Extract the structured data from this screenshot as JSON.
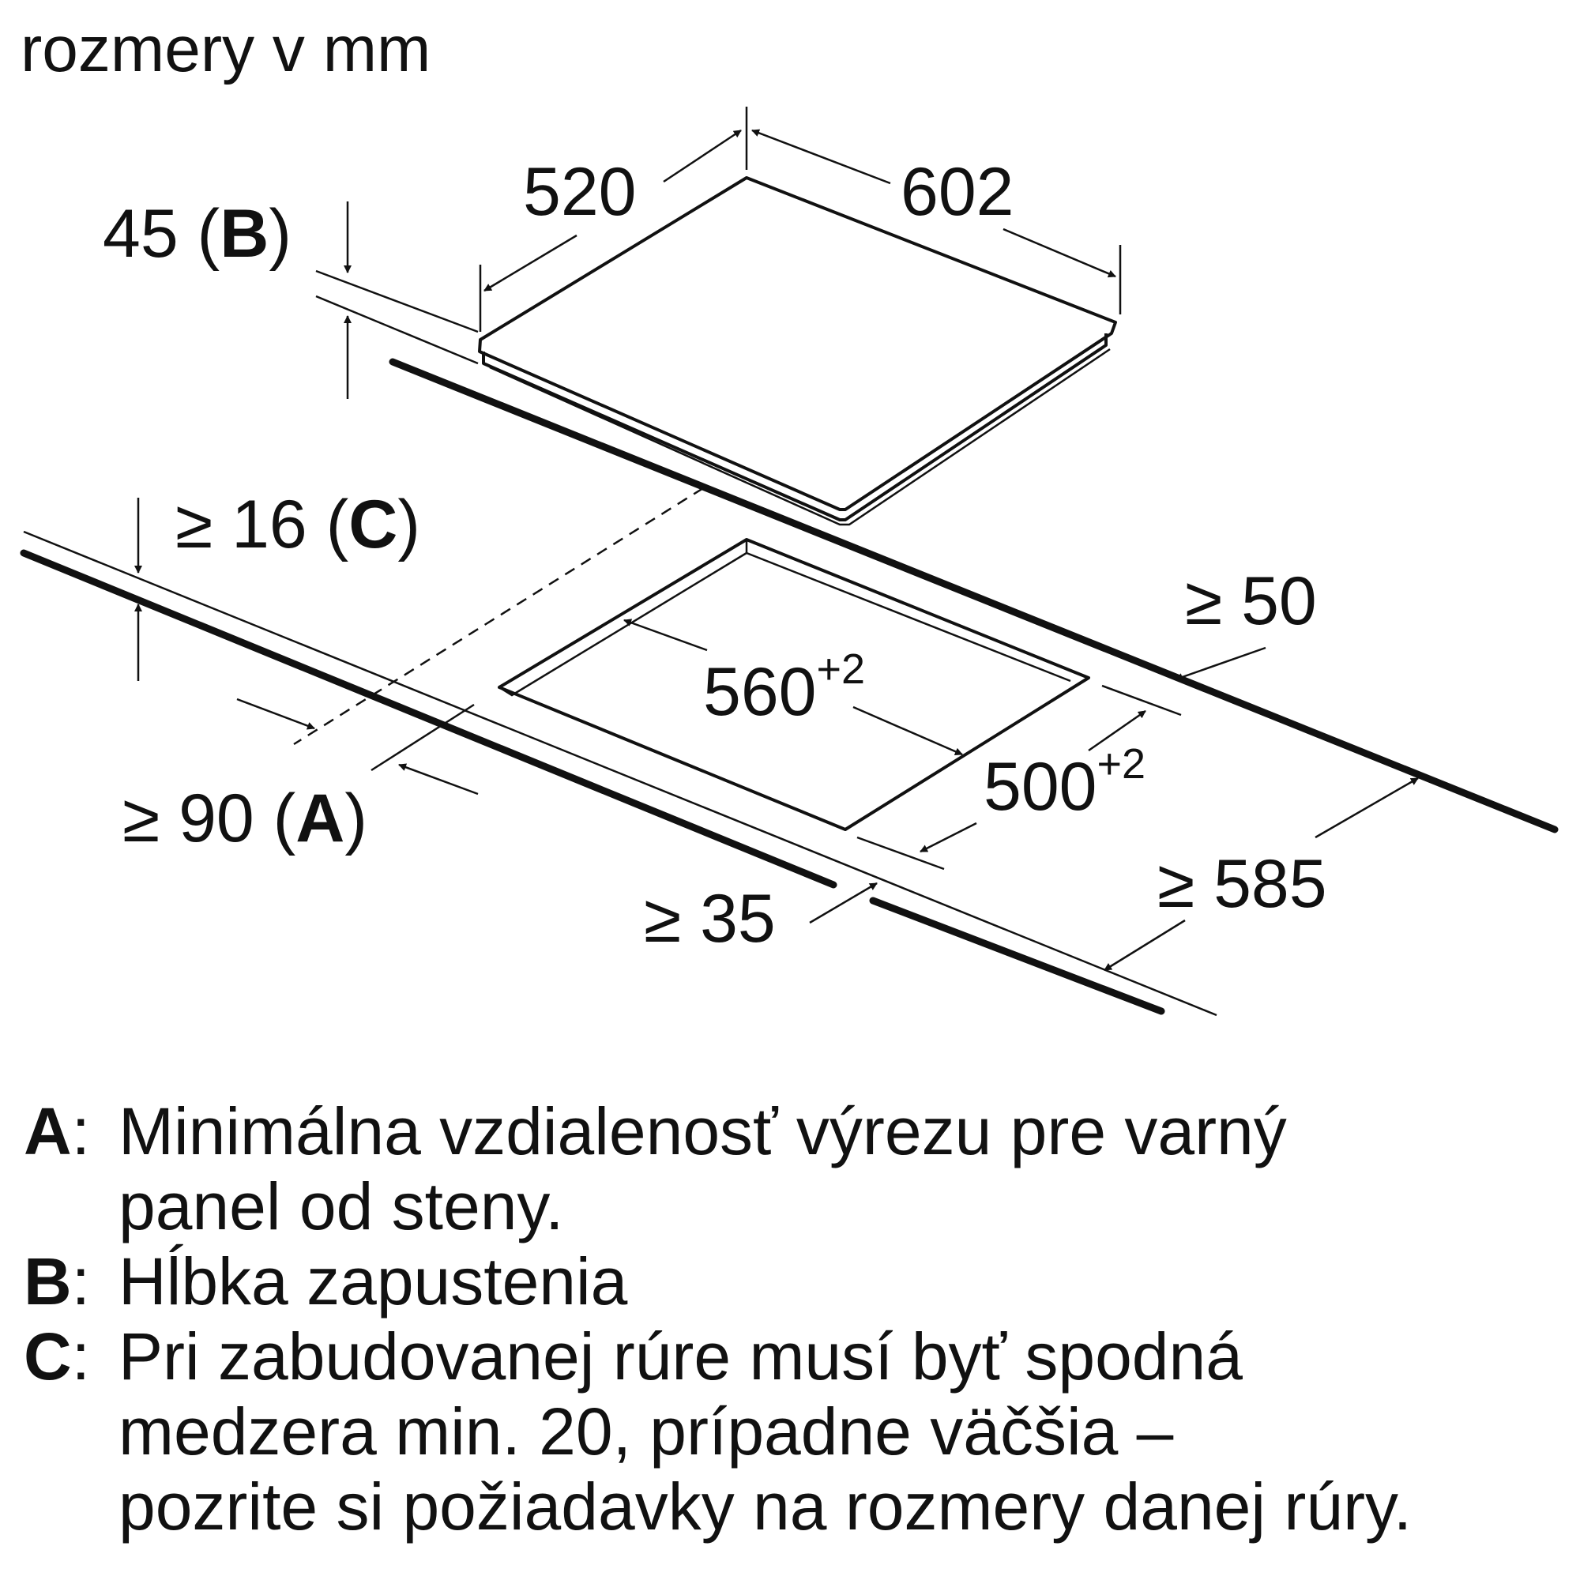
{
  "unit_label": "rozmery v mm",
  "dimensions": {
    "width_top": "520",
    "depth_top": "602",
    "built_in_depth": "45 (",
    "built_in_depth_key": "B",
    "built_in_depth_close": ")",
    "gap_bottom": "≥ 16 (",
    "gap_bottom_key": "C",
    "gap_bottom_close": ")",
    "cutout_width": "560",
    "cutout_width_tol": "+2",
    "cutout_depth": "500",
    "cutout_depth_tol": "+2",
    "min_rear": "≥ 50",
    "min_wall": "≥ 90 (",
    "min_wall_key": "A",
    "min_wall_close": ")",
    "min_front": "≥ 35",
    "min_worktop_depth": "≥ 585"
  },
  "legend": [
    {
      "key": "A",
      "sep": ":",
      "lines": [
        "Minimálna vzdialenosť výrezu pre varný",
        "panel od steny."
      ]
    },
    {
      "key": "B",
      "sep": ":",
      "lines": [
        "Hĺbka zapustenia"
      ]
    },
    {
      "key": "C",
      "sep": ":",
      "lines": [
        "Pri zabudovanej rúre musí byť spodná",
        "medzera min. 20, prípadne väčšia –",
        "pozrite si požiadavky na rozmery danej rúry."
      ]
    }
  ]
}
